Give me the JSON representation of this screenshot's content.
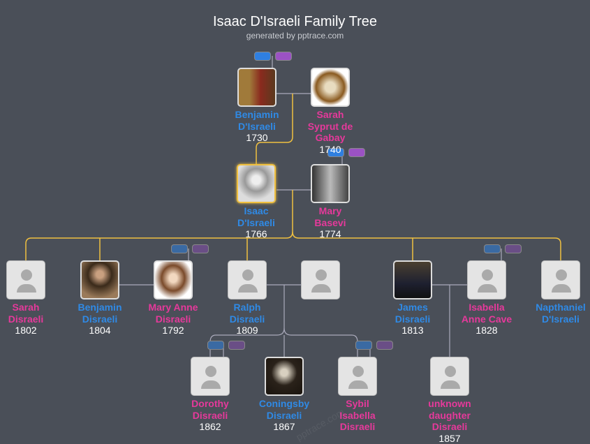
{
  "header": {
    "title": "Isaac D'Israeli Family Tree",
    "subtitle": "generated by pptrace.com"
  },
  "watermark": "pptrace.com",
  "colors": {
    "male": "#2f8ae6",
    "female": "#e6399b",
    "line": "#f0c040",
    "background": "#4a4f58"
  },
  "people": [
    {
      "name": "Benjamin D'Israeli",
      "lines": [
        "Benjamin",
        "D'Israeli"
      ],
      "year": "1730",
      "gender": "m",
      "photo": true
    },
    {
      "name": "Sarah Syprut de Gabay",
      "lines": [
        "Sarah",
        "Syprut de",
        "Gabay"
      ],
      "year": "1740",
      "gender": "f",
      "photo": true
    },
    {
      "name": "Isaac D'Israeli",
      "lines": [
        "Isaac",
        "D'Israeli"
      ],
      "year": "1766",
      "gender": "m",
      "photo": true,
      "focus": true
    },
    {
      "name": "Mary Basevi",
      "lines": [
        "Mary",
        "Basevi"
      ],
      "year": "1774",
      "gender": "f",
      "photo": true
    },
    {
      "name": "Sarah Disraeli",
      "lines": [
        "Sarah",
        "Disraeli"
      ],
      "year": "1802",
      "gender": "f",
      "photo": false
    },
    {
      "name": "Benjamin Disraeli",
      "lines": [
        "Benjamin",
        "Disraeli"
      ],
      "year": "1804",
      "gender": "m",
      "photo": true
    },
    {
      "name": "Mary Anne Disraeli",
      "lines": [
        "Mary Anne",
        "Disraeli"
      ],
      "year": "1792",
      "gender": "f",
      "photo": true
    },
    {
      "name": "Ralph Disraeli",
      "lines": [
        "Ralph",
        "Disraeli"
      ],
      "year": "1809",
      "gender": "m",
      "photo": false
    },
    {
      "name": "",
      "lines": [],
      "year": "",
      "gender": "f",
      "photo": false
    },
    {
      "name": "James Disraeli",
      "lines": [
        "James",
        "Disraeli"
      ],
      "year": "1813",
      "gender": "m",
      "photo": true
    },
    {
      "name": "Isabella Anne Cave",
      "lines": [
        "Isabella",
        "Anne Cave"
      ],
      "year": "1828",
      "gender": "f",
      "photo": false
    },
    {
      "name": "Napthaniel D'Israeli",
      "lines": [
        "Napthaniel",
        "D'Israeli"
      ],
      "year": "",
      "gender": "m",
      "photo": false
    },
    {
      "name": "Dorothy Disraeli",
      "lines": [
        "Dorothy",
        "Disraeli"
      ],
      "year": "1862",
      "gender": "f",
      "photo": false
    },
    {
      "name": "Coningsby Disraeli",
      "lines": [
        "Coningsby",
        "Disraeli"
      ],
      "year": "1867",
      "gender": "m",
      "photo": true
    },
    {
      "name": "Sybil Isabella Disraeli",
      "lines": [
        "Sybil",
        "Isabella",
        "Disraeli"
      ],
      "year": "",
      "gender": "f",
      "photo": false
    },
    {
      "name": "unknown daughter Disraeli",
      "lines": [
        "unknown",
        "daughter",
        "Disraeli"
      ],
      "year": "1857",
      "gender": "f",
      "photo": false
    }
  ]
}
